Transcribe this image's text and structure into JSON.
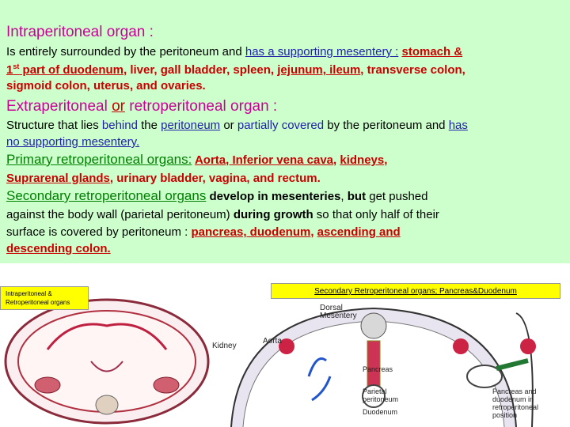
{
  "heading1": "Intraperitoneal organ :",
  "p1": {
    "a": "Is  entirely surrounded by the peritoneum and ",
    "b": "has a supporting mesentery :",
    "c": "  ",
    "d": "stomach &",
    "e": "1",
    "e_sup": "st",
    "f": " part of duodenum",
    "g": ", liver, gall bladder, spleen, ",
    "h": "jejunum, ileum",
    "i": ", transverse colon,",
    "j": "sigmoid colon, uterus, and ovaries."
  },
  "heading2": {
    "a": "Extraperitoneal ",
    "b": "or",
    "c": " retroperitoneal organ :"
  },
  "p2": {
    "a": "Structure that lies ",
    "b": "behind",
    "c": " the ",
    "d": "peritoneum",
    "e": " or ",
    "f": "partially covered",
    "g": " by the peritoneum and ",
    "h": "has",
    "i": "no supporting mesentery."
  },
  "primary": {
    "label": "Primary retroperitoneal organs:",
    "a": "Aorta, Inferior vena cava",
    "b": ",  ",
    "c": "kidneys,",
    "d": "Suprarenal glands",
    "e": ", urinary bladder, vagina, and rectum."
  },
  "secondary": {
    "label": "Secondary retroperitoneal organs",
    "a": " develop in mesenteries",
    "b": ", ",
    "c": "but",
    "d": " get pushed",
    "e": "against the body wall (parietal peritoneum) ",
    "f": "during growth",
    "g": " so that only half of their",
    "h": "surface is covered by peritoneum :  ",
    "i": "pancreas, duodenum",
    "j": ",  ",
    "k": "ascending and",
    "l": "descending colon."
  },
  "figure1": {
    "caption": "Intraperitoneal & Retroperitoneal organs"
  },
  "figure2": {
    "caption": "Secondary Retroperitoneal organs; Pancreas&Duodenum",
    "labels": {
      "dorsal": "Dorsal",
      "mesentery": "Mesentery",
      "kidney": "Kidney",
      "aorta": "Aorta",
      "pancreas": "Pancreas",
      "parietal": "Parietal",
      "peritoneum": "peritoneum",
      "duodenum": "Duodenum",
      "pd1": "Pancreas and",
      "pd2": "duodenum in",
      "pd3": "retroperitoneal",
      "pd4": "position"
    }
  },
  "colors": {
    "green_bg": "#ccffcc",
    "magenta": "#cc0099",
    "blue": "#1f1fa8",
    "red": "#cc0000",
    "heading_green": "#008000",
    "caption_bg": "#ffff00"
  }
}
